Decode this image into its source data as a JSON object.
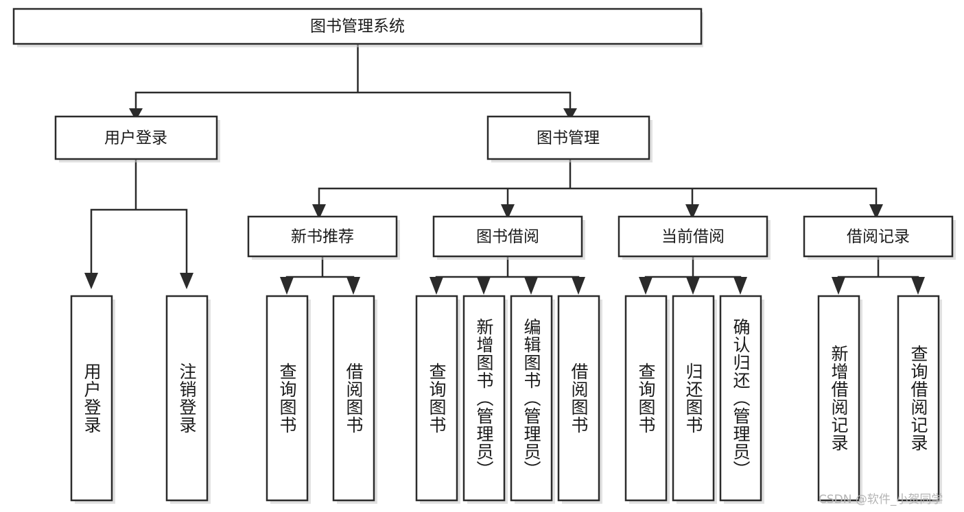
{
  "diagram": {
    "type": "tree",
    "title": "图书管理系统",
    "watermark": "CSDN @软件_小贺同学",
    "colors": {
      "stroke": "#2b2b2b",
      "fill": "#ffffff",
      "text": "#1a1a1a",
      "shadow": "#c8c8c8",
      "watermark": "#b4b4b4"
    },
    "nodes": {
      "root": {
        "label": "图书管理系统"
      },
      "level2": [
        {
          "id": "user-login",
          "label": "用户登录"
        },
        {
          "id": "book-management",
          "label": "图书管理"
        }
      ],
      "level3": [
        {
          "id": "new-book-recommend",
          "label": "新书推荐"
        },
        {
          "id": "book-borrow",
          "label": "图书借阅"
        },
        {
          "id": "current-borrow",
          "label": "当前借阅"
        },
        {
          "id": "borrow-record",
          "label": "借阅记录"
        }
      ],
      "leaves": {
        "user-login": [
          {
            "id": "leaf-user-login",
            "label": "用户登录"
          },
          {
            "id": "leaf-user-logout",
            "label": "注销登录"
          }
        ],
        "new-book-recommend": [
          {
            "id": "leaf-query-book-1",
            "label": "查询图书"
          },
          {
            "id": "leaf-borrow-book-1",
            "label": "借阅图书"
          }
        ],
        "book-borrow": [
          {
            "id": "leaf-query-book-2",
            "label": "查询图书"
          },
          {
            "id": "leaf-add-book",
            "label": "新增图书（管理员）"
          },
          {
            "id": "leaf-edit-book",
            "label": "编辑图书（管理员）"
          },
          {
            "id": "leaf-borrow-book-2",
            "label": "借阅图书"
          }
        ],
        "current-borrow": [
          {
            "id": "leaf-query-book-3",
            "label": "查询图书"
          },
          {
            "id": "leaf-return-book",
            "label": "归还图书"
          },
          {
            "id": "leaf-confirm-return",
            "label": "确认归还（管理员）"
          }
        ],
        "borrow-record": [
          {
            "id": "leaf-add-record",
            "label": "新增借阅记录"
          },
          {
            "id": "leaf-query-record",
            "label": "查询借阅记录"
          }
        ]
      }
    }
  }
}
